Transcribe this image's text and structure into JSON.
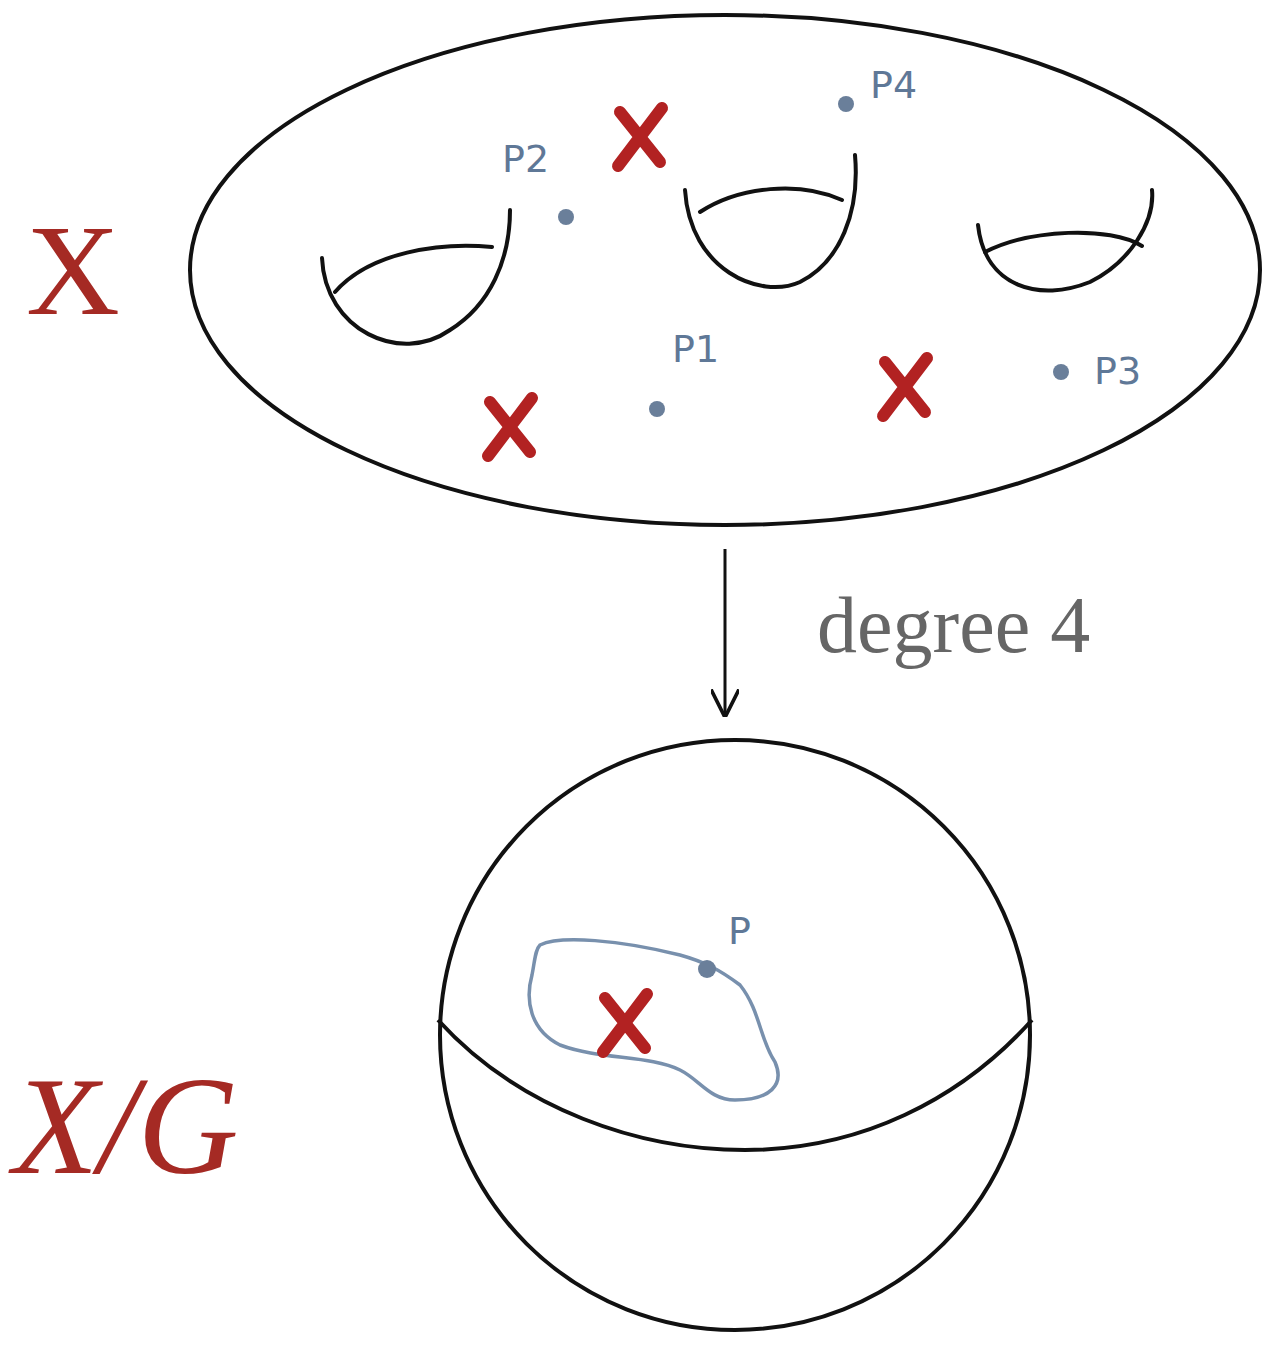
{
  "diagram": {
    "nodes": [
      {
        "text": [
          "X"
        ]
      },
      {
        "text": [
          "X/G"
        ]
      }
    ],
    "edges": [
      {
        "from": 0,
        "to": 1,
        "arrow": "to",
        "label": "degree 4"
      }
    ],
    "labels": [
      "P4",
      "P2",
      "P1",
      "P3",
      "P"
    ]
  }
}
